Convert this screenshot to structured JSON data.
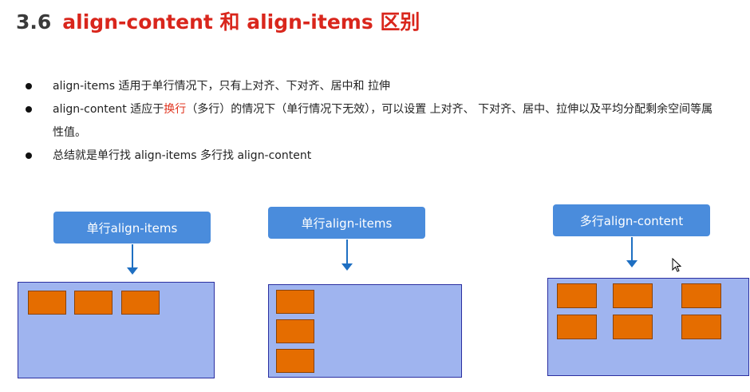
{
  "title": {
    "number": "3.6",
    "text": "align-content 和 align-items 区别"
  },
  "bullets": {
    "b1": "align-items  适用于单行情况下，只有上对齐、下对齐、居中和 拉伸",
    "b2_pre": "align-content 适应于",
    "b2_highlight": "换行",
    "b2_post": "（多行）的情况下（单行情况下无效），可以设置 上对齐、 下对齐、居中、拉伸以及平均分配剩余空间等属性值。",
    "b3": "总结就是单行找 align-items  多行找 align-content"
  },
  "diagrams": {
    "d1_label": "单行align-items",
    "d2_label": "单行align-items",
    "d3_label": "多行align-content"
  },
  "colors": {
    "highlight": "#e0341f",
    "label_bg": "#4a8cdc",
    "container_bg": "#9fb4ef",
    "item_bg": "#e56d00",
    "arrow": "#1e6fc2"
  }
}
